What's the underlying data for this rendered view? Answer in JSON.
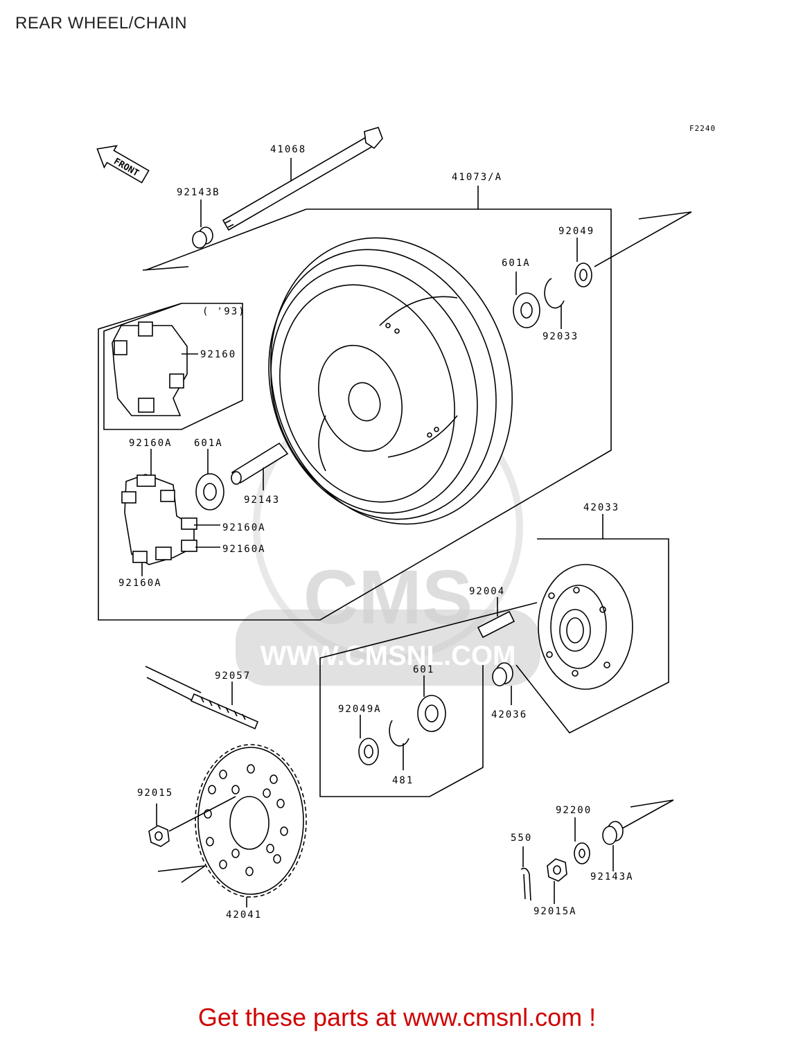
{
  "header": {
    "title": "REAR WHEEL/CHAIN"
  },
  "figure_code": "F2240",
  "front_label": "FRONT",
  "watermark": {
    "brand": "CMS",
    "url": "WWW.CMSNL.COM"
  },
  "parts": {
    "p41068": "41068",
    "p41073": "41073/A",
    "p92143B": "92143B",
    "p92049": "92049",
    "p601A_top": "601A",
    "p92033": "92033",
    "p93": "( '93)",
    "p92160": "92160",
    "p92160A_top": "92160A",
    "p601A_mid": "601A",
    "p92143": "92143",
    "p92160A_r1": "92160A",
    "p92160A_r2": "92160A",
    "p92160A_bot": "92160A",
    "p42033": "42033",
    "p92004": "92004",
    "p92057": "92057",
    "p601": "601",
    "p92049A": "92049A",
    "p42036": "42036",
    "p481": "481",
    "p92015": "92015",
    "p42041": "42041",
    "p92200": "92200",
    "p550": "550",
    "p92143A": "92143A",
    "p92015A": "92015A"
  },
  "footer": {
    "text": "Get these parts at www.cmsnl.com !",
    "color": "#d00000"
  }
}
